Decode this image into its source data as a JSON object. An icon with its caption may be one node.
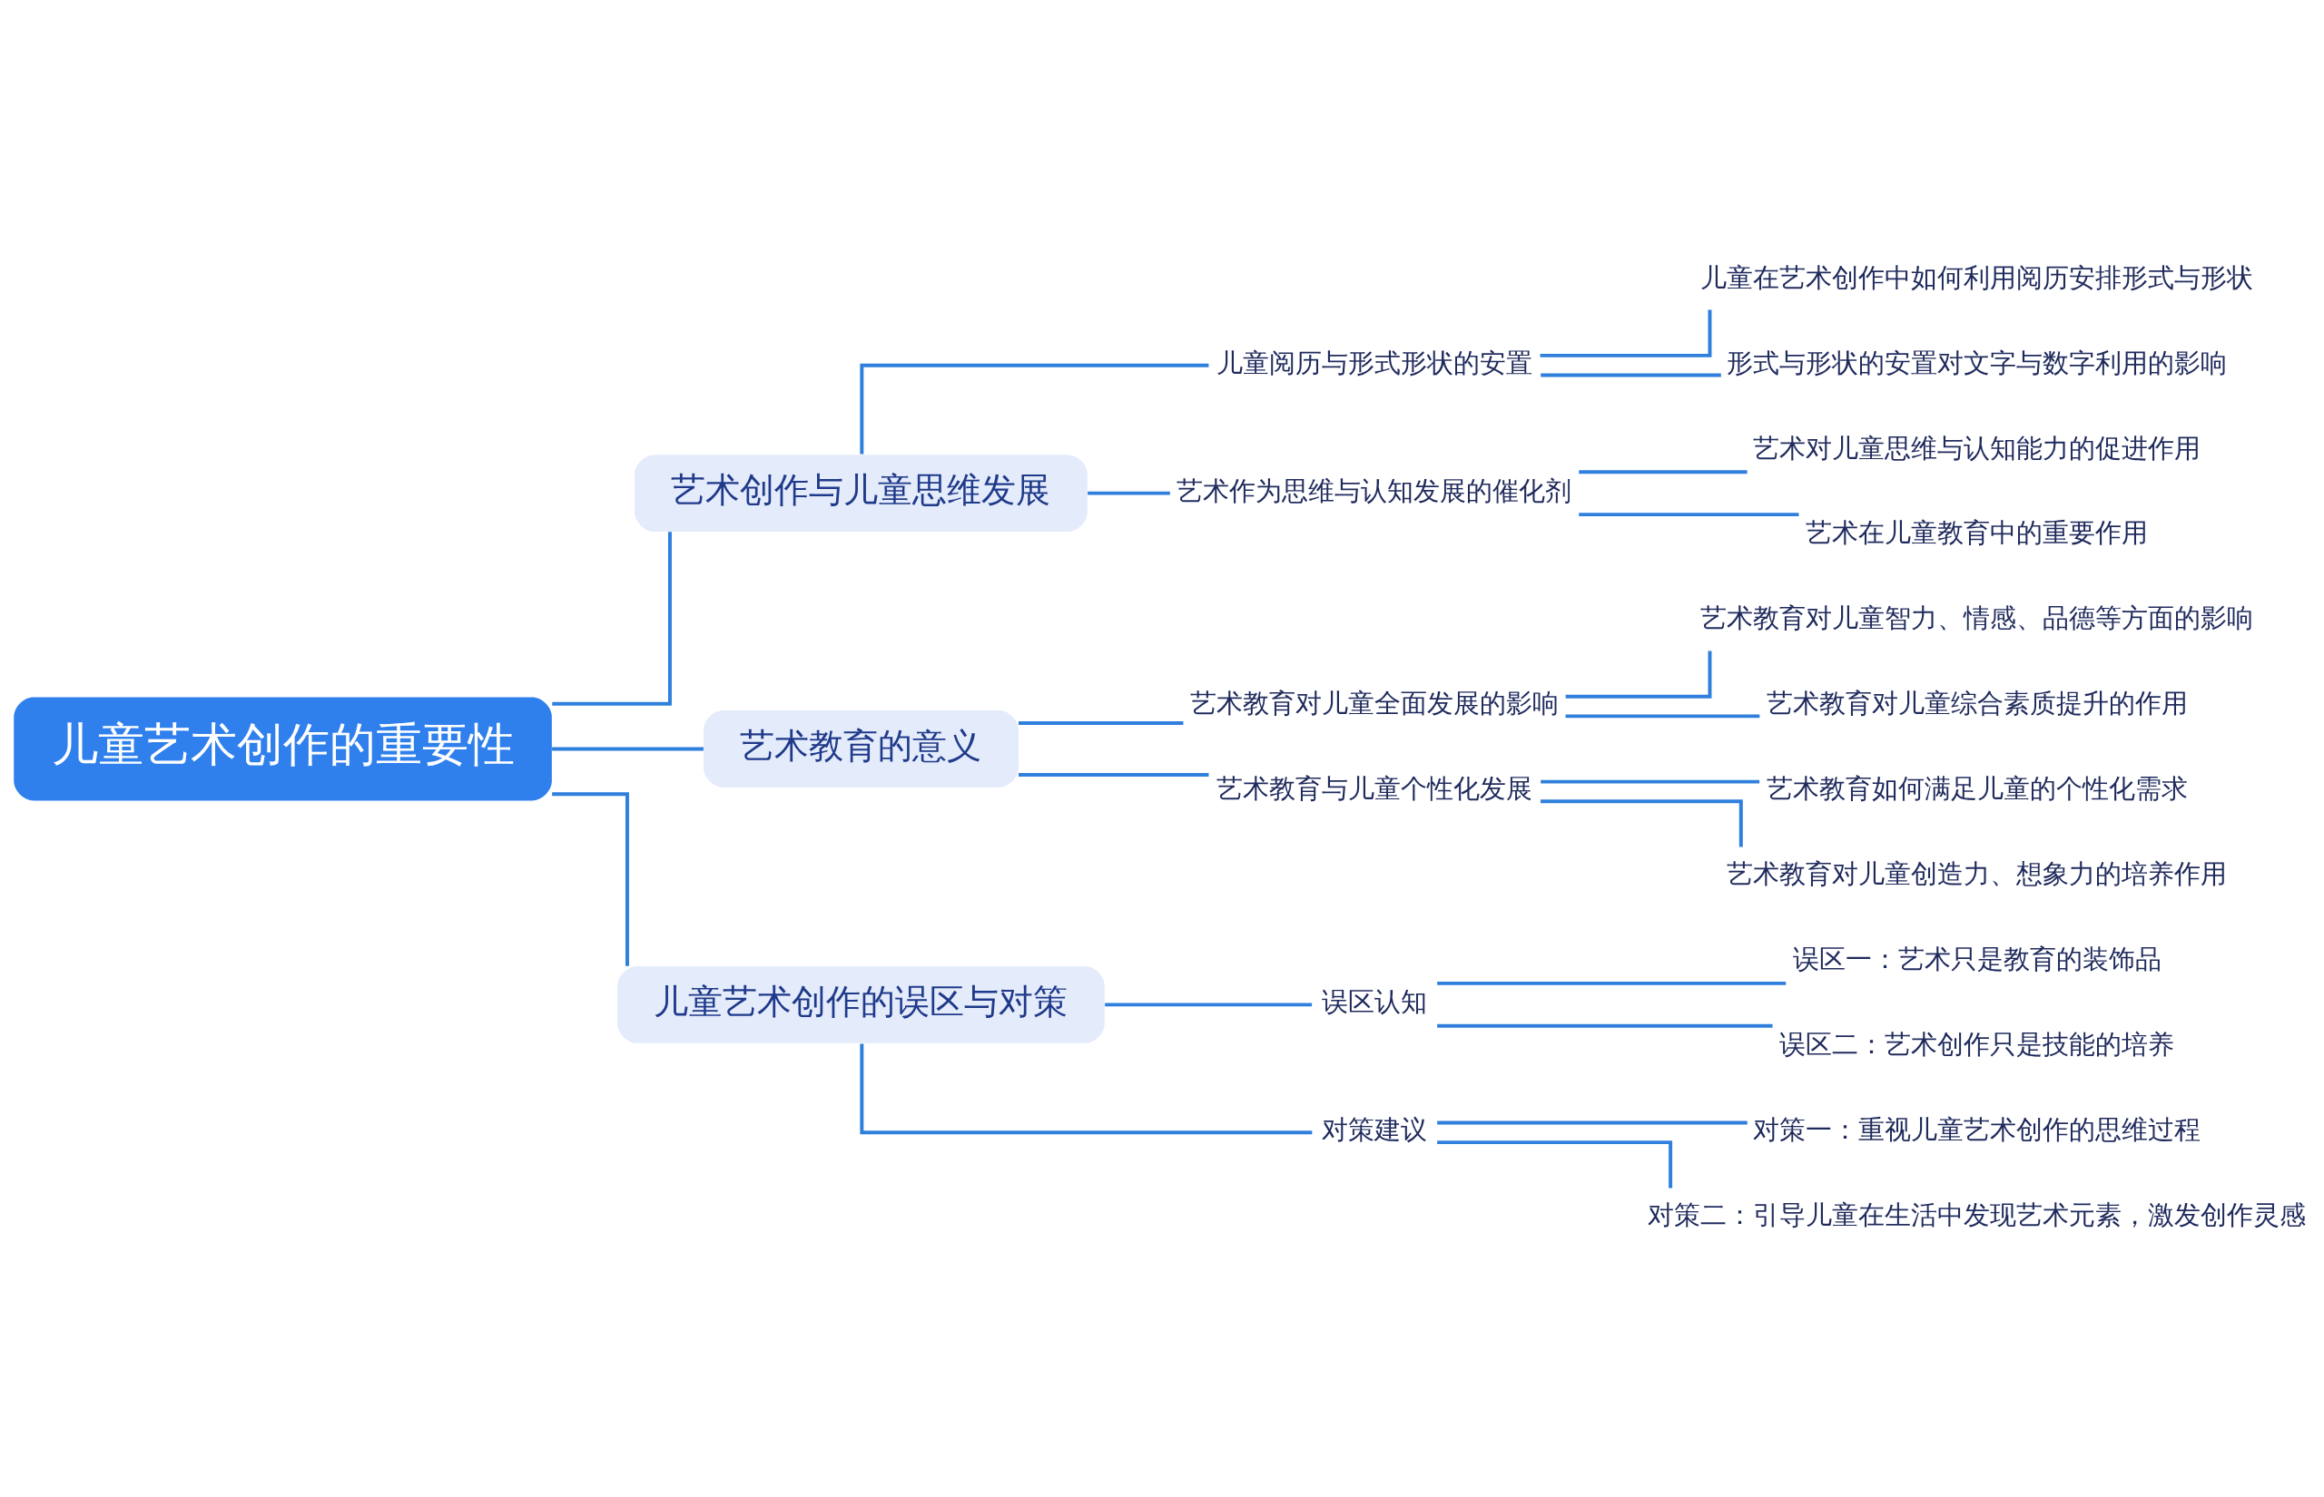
{
  "diagram": {
    "nodes": [
      {
        "text": [
          "儿童艺术创作的重要性"
        ]
      },
      {
        "text": [
          "艺术创作与儿童思维发展"
        ]
      },
      {
        "text": [
          "儿童阅历与形式形状的安置"
        ]
      },
      {
        "text": [
          "儿童在艺术创作中如何利用阅历安排形式与形状"
        ]
      },
      {
        "text": [
          "形式与形状的安置对文字与数字利用的影响"
        ]
      },
      {
        "text": [
          "艺术作为思维与认知发展的催化剂"
        ]
      },
      {
        "text": [
          "艺术对儿童思维与认知能力的促进作用"
        ]
      },
      {
        "text": [
          "艺术在儿童教育中的重要作用"
        ]
      },
      {
        "text": [
          "艺术教育的意义"
        ]
      },
      {
        "text": [
          "艺术教育对儿童全面发展的影响"
        ]
      },
      {
        "text": [
          "艺术教育对儿童智力、情感、品德等方面的影响"
        ]
      },
      {
        "text": [
          "艺术教育对儿童综合素质提升的作用"
        ]
      },
      {
        "text": [
          "艺术教育与儿童个性化发展"
        ]
      },
      {
        "text": [
          "艺术教育如何满足儿童的个性化需求"
        ]
      },
      {
        "text": [
          "艺术教育对儿童创造力、想象力的培养作用"
        ]
      },
      {
        "text": [
          "儿童艺术创作的误区与对策"
        ]
      },
      {
        "text": [
          "误区认知"
        ]
      },
      {
        "text": [
          "误区一：艺术只是教育的装饰品"
        ]
      },
      {
        "text": [
          "误区二：艺术创作只是技能的培养"
        ]
      },
      {
        "text": [
          "对策建议"
        ]
      },
      {
        "text": [
          "对策一：重视儿童艺术创作的思维过程"
        ]
      },
      {
        "text": [
          "对策二：引导儿童在生活中发现艺术元素，激发创作灵感"
        ]
      }
    ],
    "edges": [
      {
        "from": 0,
        "to": 1,
        "arrow": "none"
      },
      {
        "from": 1,
        "to": 2,
        "arrow": "none"
      },
      {
        "from": 2,
        "to": 3,
        "arrow": "none"
      },
      {
        "from": 2,
        "to": 4,
        "arrow": "none"
      },
      {
        "from": 1,
        "to": 5,
        "arrow": "none"
      },
      {
        "from": 5,
        "to": 6,
        "arrow": "none"
      },
      {
        "from": 5,
        "to": 7,
        "arrow": "none"
      },
      {
        "from": 0,
        "to": 8,
        "arrow": "none"
      },
      {
        "from": 8,
        "to": 9,
        "arrow": "none"
      },
      {
        "from": 9,
        "to": 10,
        "arrow": "none"
      },
      {
        "from": 9,
        "to": 11,
        "arrow": "none"
      },
      {
        "from": 8,
        "to": 12,
        "arrow": "none"
      },
      {
        "from": 12,
        "to": 13,
        "arrow": "none"
      },
      {
        "from": 12,
        "to": 14,
        "arrow": "none"
      },
      {
        "from": 0,
        "to": 15,
        "arrow": "none"
      },
      {
        "from": 15,
        "to": 16,
        "arrow": "none"
      },
      {
        "from": 16,
        "to": 17,
        "arrow": "none"
      },
      {
        "from": 16,
        "to": 18,
        "arrow": "none"
      },
      {
        "from": 15,
        "to": 19,
        "arrow": "none"
      },
      {
        "from": 19,
        "to": 20,
        "arrow": "none"
      },
      {
        "from": 19,
        "to": 21,
        "arrow": "none"
      }
    ]
  }
}
